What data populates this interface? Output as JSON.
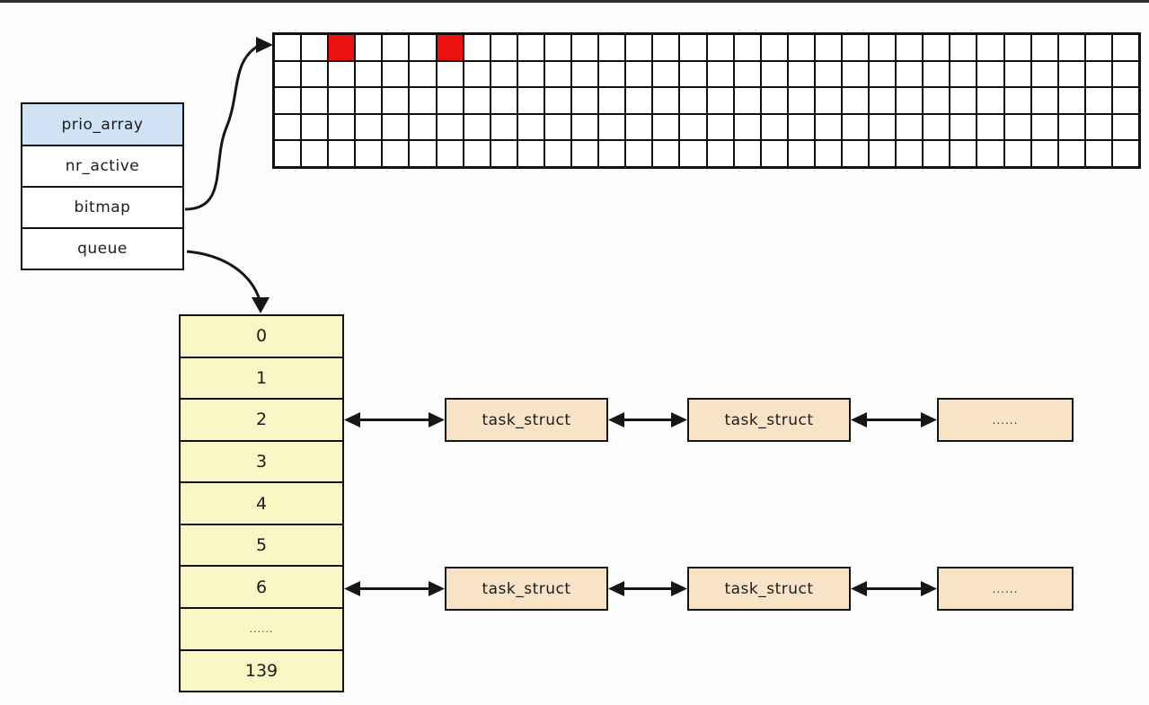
{
  "diagram": {
    "struct_box": {
      "title": "prio_array",
      "fields": [
        "nr_active",
        "bitmap",
        "queue"
      ],
      "title_bg": "#cfe3f5"
    },
    "bitmap_grid": {
      "rows": 5,
      "cols": 32,
      "highlighted_cells": [
        {
          "row": 0,
          "col": 2
        },
        {
          "row": 0,
          "col": 6
        }
      ],
      "highlight_color": "#ea1210"
    },
    "queue_array": {
      "cells": [
        "0",
        "1",
        "2",
        "3",
        "4",
        "5",
        "6",
        "......",
        "139"
      ],
      "bg_color": "#fbf6c5",
      "linked_cells": [
        "2",
        "6"
      ]
    },
    "task_chains": [
      {
        "queue_index": "2",
        "nodes": [
          "task_struct",
          "task_struct",
          "......"
        ]
      },
      {
        "queue_index": "6",
        "nodes": [
          "task_struct",
          "task_struct",
          "......"
        ]
      }
    ],
    "colors": {
      "node_bg": "#f8e3c6",
      "struct_title_bg": "#cfe3f5",
      "queue_bg": "#fbf6c5",
      "highlight": "#ea1210",
      "line": "#161616"
    }
  }
}
